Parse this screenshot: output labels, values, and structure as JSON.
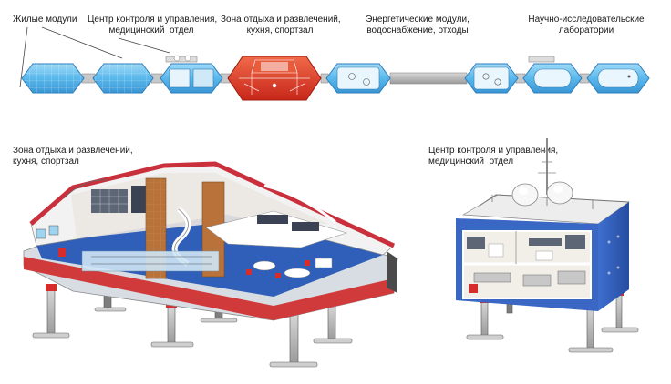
{
  "top_labels": {
    "living_modules": "Жилые модули",
    "control_center": "Центр контроля и управления,\nмедицинский  отдел",
    "recreation_zone": "Зона отдыха и развлечений,\nкухня, спортзал",
    "energy_modules": "Энергетические модули,\nводоснабжение, отходы",
    "research_labs": "Научно-исследовательские\nлаборатории"
  },
  "detail_labels": {
    "recreation_zone": "Зона отдыха и развлечений,\nкухня, спортзал",
    "control_center": "Центр контроля и управления,\nмедицинский  отдел"
  },
  "colors": {
    "module_blue": "#58b7ea",
    "module_red": "#e23a1f",
    "deck_blue": "#2f5fb8",
    "roof_red": "#c9303c"
  }
}
